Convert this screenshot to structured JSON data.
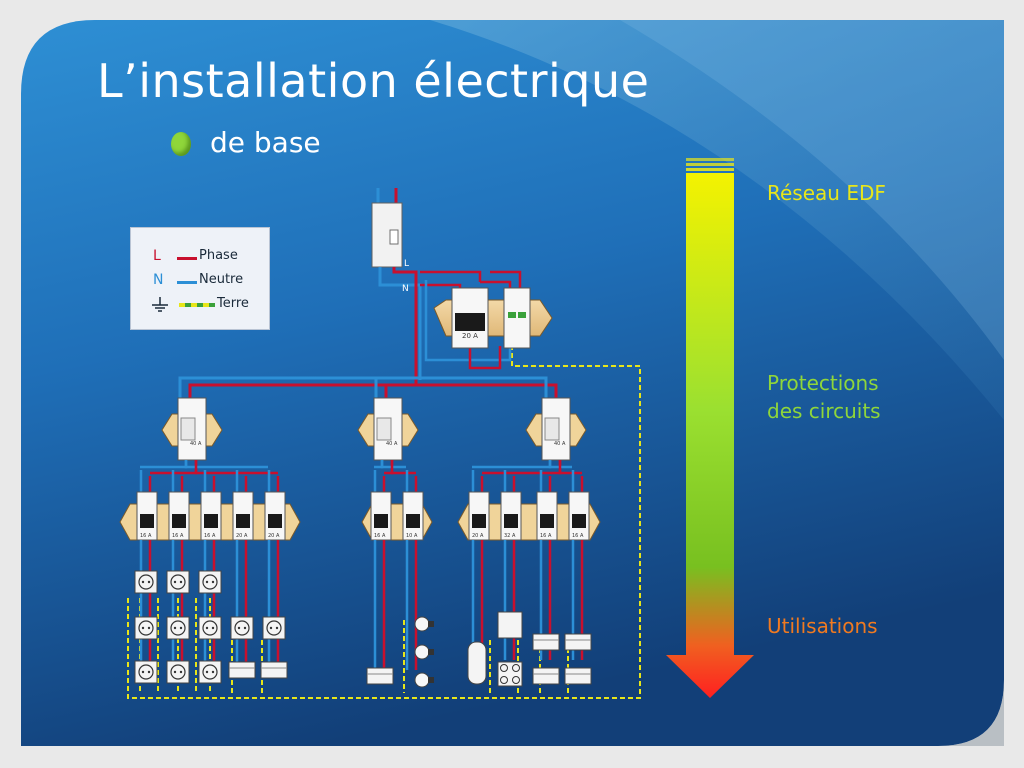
{
  "slide": {
    "title": "L’installation électrique",
    "subtitle": "de base"
  },
  "legend": {
    "phase_symbol": "L",
    "phase_label": "Phase",
    "neutral_symbol": "N",
    "neutral_label": "Neutre",
    "earth_label": "Terre"
  },
  "diagram": {
    "wire_labels": {
      "phase": "L",
      "neutral": "N"
    },
    "main_breakers": [
      "20 A"
    ],
    "group_breakers": [
      "40 A",
      "40 A",
      "40 A"
    ],
    "group1_breakers": [
      "16 A",
      "16 A",
      "16 A",
      "20 A",
      "20 A"
    ],
    "group2_breakers": [
      "16 A",
      "10 A"
    ],
    "group3_breakers": [
      "20 A",
      "32 A",
      "16 A",
      "16 A"
    ]
  },
  "arrow": {
    "top_label": "Réseau EDF",
    "middle_label_line1": "Protections",
    "middle_label_line2": "des circuits",
    "bottom_label": "Utilisations"
  },
  "colors": {
    "phase": "#c8102e",
    "neutral": "#2c8fd6",
    "earth": "#e8e619",
    "top_label": "#e8e619",
    "middle_label": "#8fd63a",
    "bottom_label": "#f07a20"
  }
}
